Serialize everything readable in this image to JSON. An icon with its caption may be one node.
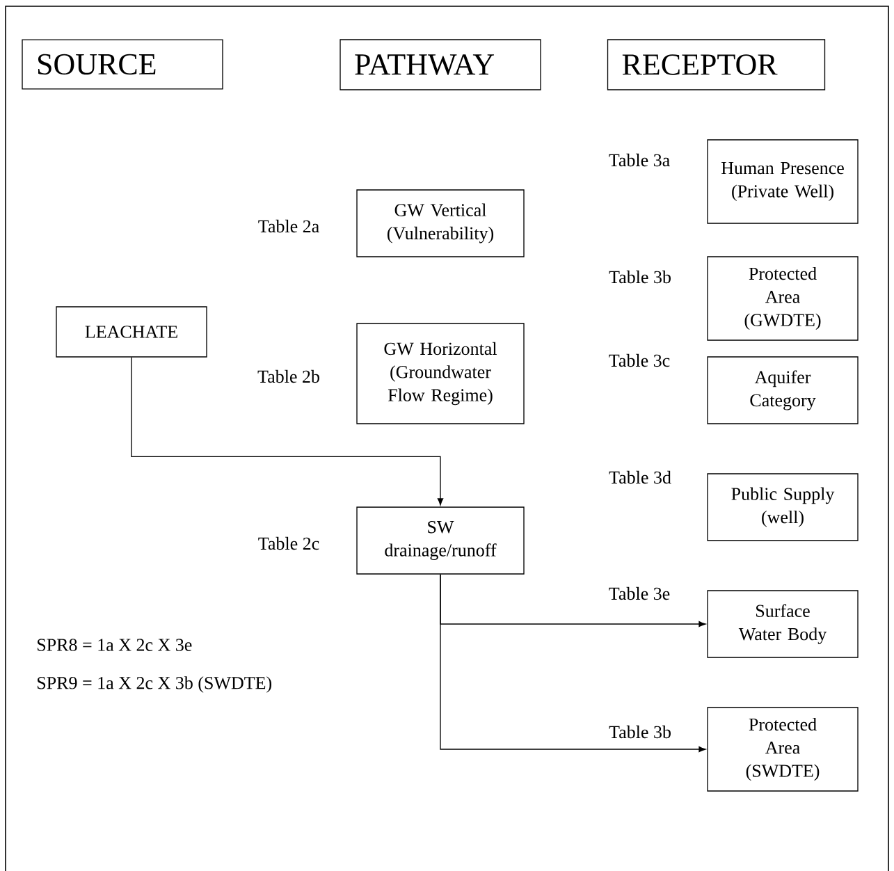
{
  "diagram": {
    "nodes": [
      {
        "text": [
          "SOURCE"
        ]
      },
      {
        "text": [
          "PATHWAY"
        ]
      },
      {
        "text": [
          "RECEPTOR"
        ]
      },
      {
        "text": [
          "LEACHATE"
        ]
      },
      {
        "text": [
          "GW Vertical (Vulnerability)"
        ],
        "beside": [
          "Table 2a"
        ]
      },
      {
        "text": [
          "GW Horizontal (Groundwater Flow Regime)"
        ],
        "beside": [
          "Table 2b"
        ]
      },
      {
        "text": [
          "SW drainage/runoff"
        ],
        "beside": [
          "Table 2c"
        ]
      },
      {
        "text": [
          "Human Presence (Private Well)"
        ],
        "beside": [
          "Table 3a"
        ]
      },
      {
        "text": [
          "Protected Area (GWDTE)"
        ],
        "beside": [
          "Table 3b"
        ]
      },
      {
        "text": [
          "Aquifer Category"
        ],
        "beside": [
          "Table 3c"
        ]
      },
      {
        "text": [
          "Public Supply (well)"
        ],
        "beside": [
          "Table 3d"
        ]
      },
      {
        "text": [
          "Surface Water Body"
        ],
        "beside": [
          "Table 3e"
        ]
      },
      {
        "text": [
          "Protected Area (SWDTE)"
        ],
        "beside": [
          "Table 3b"
        ]
      }
    ],
    "edges": [
      {
        "from": 3,
        "to": 6,
        "arrow": "to"
      },
      {
        "from": 6,
        "to": 11,
        "arrow": "to"
      },
      {
        "from": 6,
        "to": 12,
        "arrow": "to"
      }
    ],
    "labels": [
      "SPR8 = 1a X 2c X 3e",
      "SPR9 = 1a X 2c X 3b (SWDTE)"
    ]
  }
}
